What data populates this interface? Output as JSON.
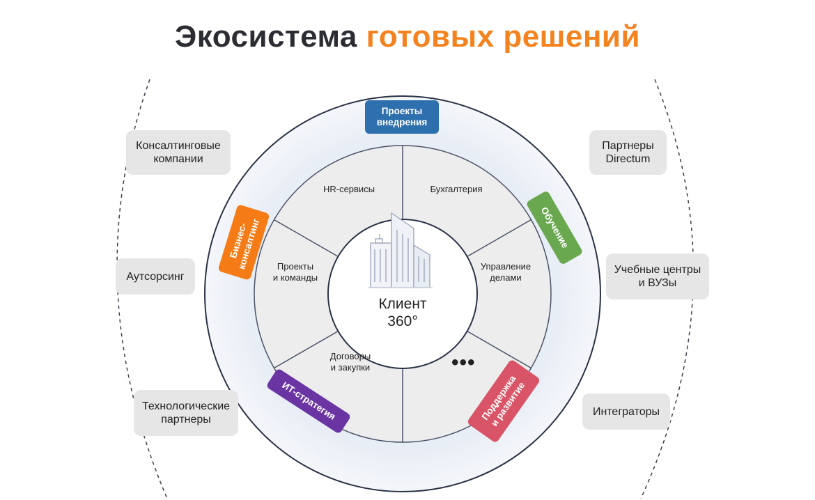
{
  "title": {
    "main": "Экосистема",
    "accent": "готовых решений"
  },
  "colors": {
    "accent": "#f4821f",
    "blue": "#2e6fad",
    "green": "#6aa84f",
    "orange": "#f47b16",
    "purple": "#6a35a3",
    "red": "#d95466",
    "pill_bg": "#e6e6e6"
  },
  "center": {
    "label": "Клиент\n360°",
    "icon": "office-building-icon"
  },
  "segments": [
    {
      "id": "hr",
      "label": "HR-сервисы"
    },
    {
      "id": "accounting",
      "label": "Бухгалтерия"
    },
    {
      "id": "case-management",
      "label": "Управление\nделами"
    },
    {
      "id": "more",
      "label": "•••"
    },
    {
      "id": "contracts",
      "label": "Договоры\nи закупки"
    },
    {
      "id": "projects-teams",
      "label": "Проекты\nи команды"
    }
  ],
  "badges": [
    {
      "id": "implementation",
      "label": "Проекты\nвнедрения"
    },
    {
      "id": "training",
      "label": "Обучение"
    },
    {
      "id": "support",
      "label": "Поддержка\nи развитие"
    },
    {
      "id": "it-strategy",
      "label": "ИТ-стратегия"
    },
    {
      "id": "business-consulting",
      "label": "Бизнес-\nконсалтинг"
    }
  ],
  "partners_left": [
    {
      "id": "consulting-companies",
      "label": "Консалтинговые\nкомпании"
    },
    {
      "id": "outsourcing",
      "label": "Аутсорсинг"
    },
    {
      "id": "tech-partners",
      "label": "Технологические\nпартнеры"
    }
  ],
  "partners_right": [
    {
      "id": "directum-partners",
      "label": "Партнеры\nDirectum"
    },
    {
      "id": "education-centers",
      "label": "Учебные центры\nи ВУЗы"
    },
    {
      "id": "integrators",
      "label": "Интеграторы"
    }
  ]
}
